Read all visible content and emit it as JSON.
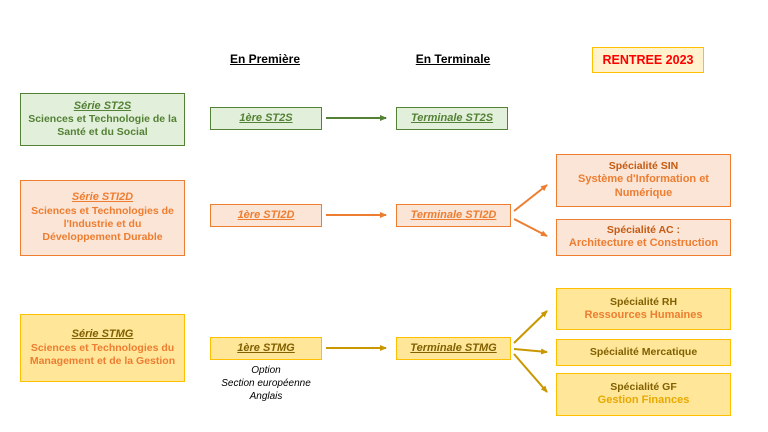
{
  "header": {
    "premiere": "En Première",
    "terminale": "En Terminale",
    "rentree": "RENTREE 2023"
  },
  "st2s": {
    "serie_title": "Série ST2S",
    "serie_subtitle": "Sciences et Technologie de la Santé et du Social",
    "premiere": "1ère ST2S",
    "terminale": "Terminale ST2S"
  },
  "sti2d": {
    "serie_title": "Série STI2D",
    "serie_subtitle": "Sciences et Technologies de l'Industrie et du Développement Durable",
    "premiere": "1ère STI2D",
    "terminale": "Terminale STI2D",
    "spec_sin_title": "Spécialité SIN",
    "spec_sin_subtitle": "Système d'Information et Numérique",
    "spec_ac_title": "Spécialité  AC :",
    "spec_ac_subtitle": "Architecture et Construction"
  },
  "stmg": {
    "serie_title": "Série STMG",
    "serie_subtitle": "Sciences et Technologies du Management et de la Gestion",
    "premiere": "1ère STMG",
    "terminale": "Terminale STMG",
    "option_line1": "Option",
    "option_line2": "Section européenne",
    "option_line3": "Anglais",
    "spec_rh_title": "Spécialité  RH",
    "spec_rh_subtitle": "Ressources Humaines",
    "spec_merca_title": "Spécialité Mercatique",
    "spec_gf_title": "Spécialité  GF",
    "spec_gf_subtitle": "Gestion Finances"
  },
  "colors": {
    "green": "#538135",
    "green_fill": "#e2efda",
    "orange": "#ed7d31",
    "orange_fill": "#fbe5d6",
    "yellow": "#ffc000",
    "yellow_fill": "#ffe699",
    "rentree_text": "#ff0000"
  }
}
